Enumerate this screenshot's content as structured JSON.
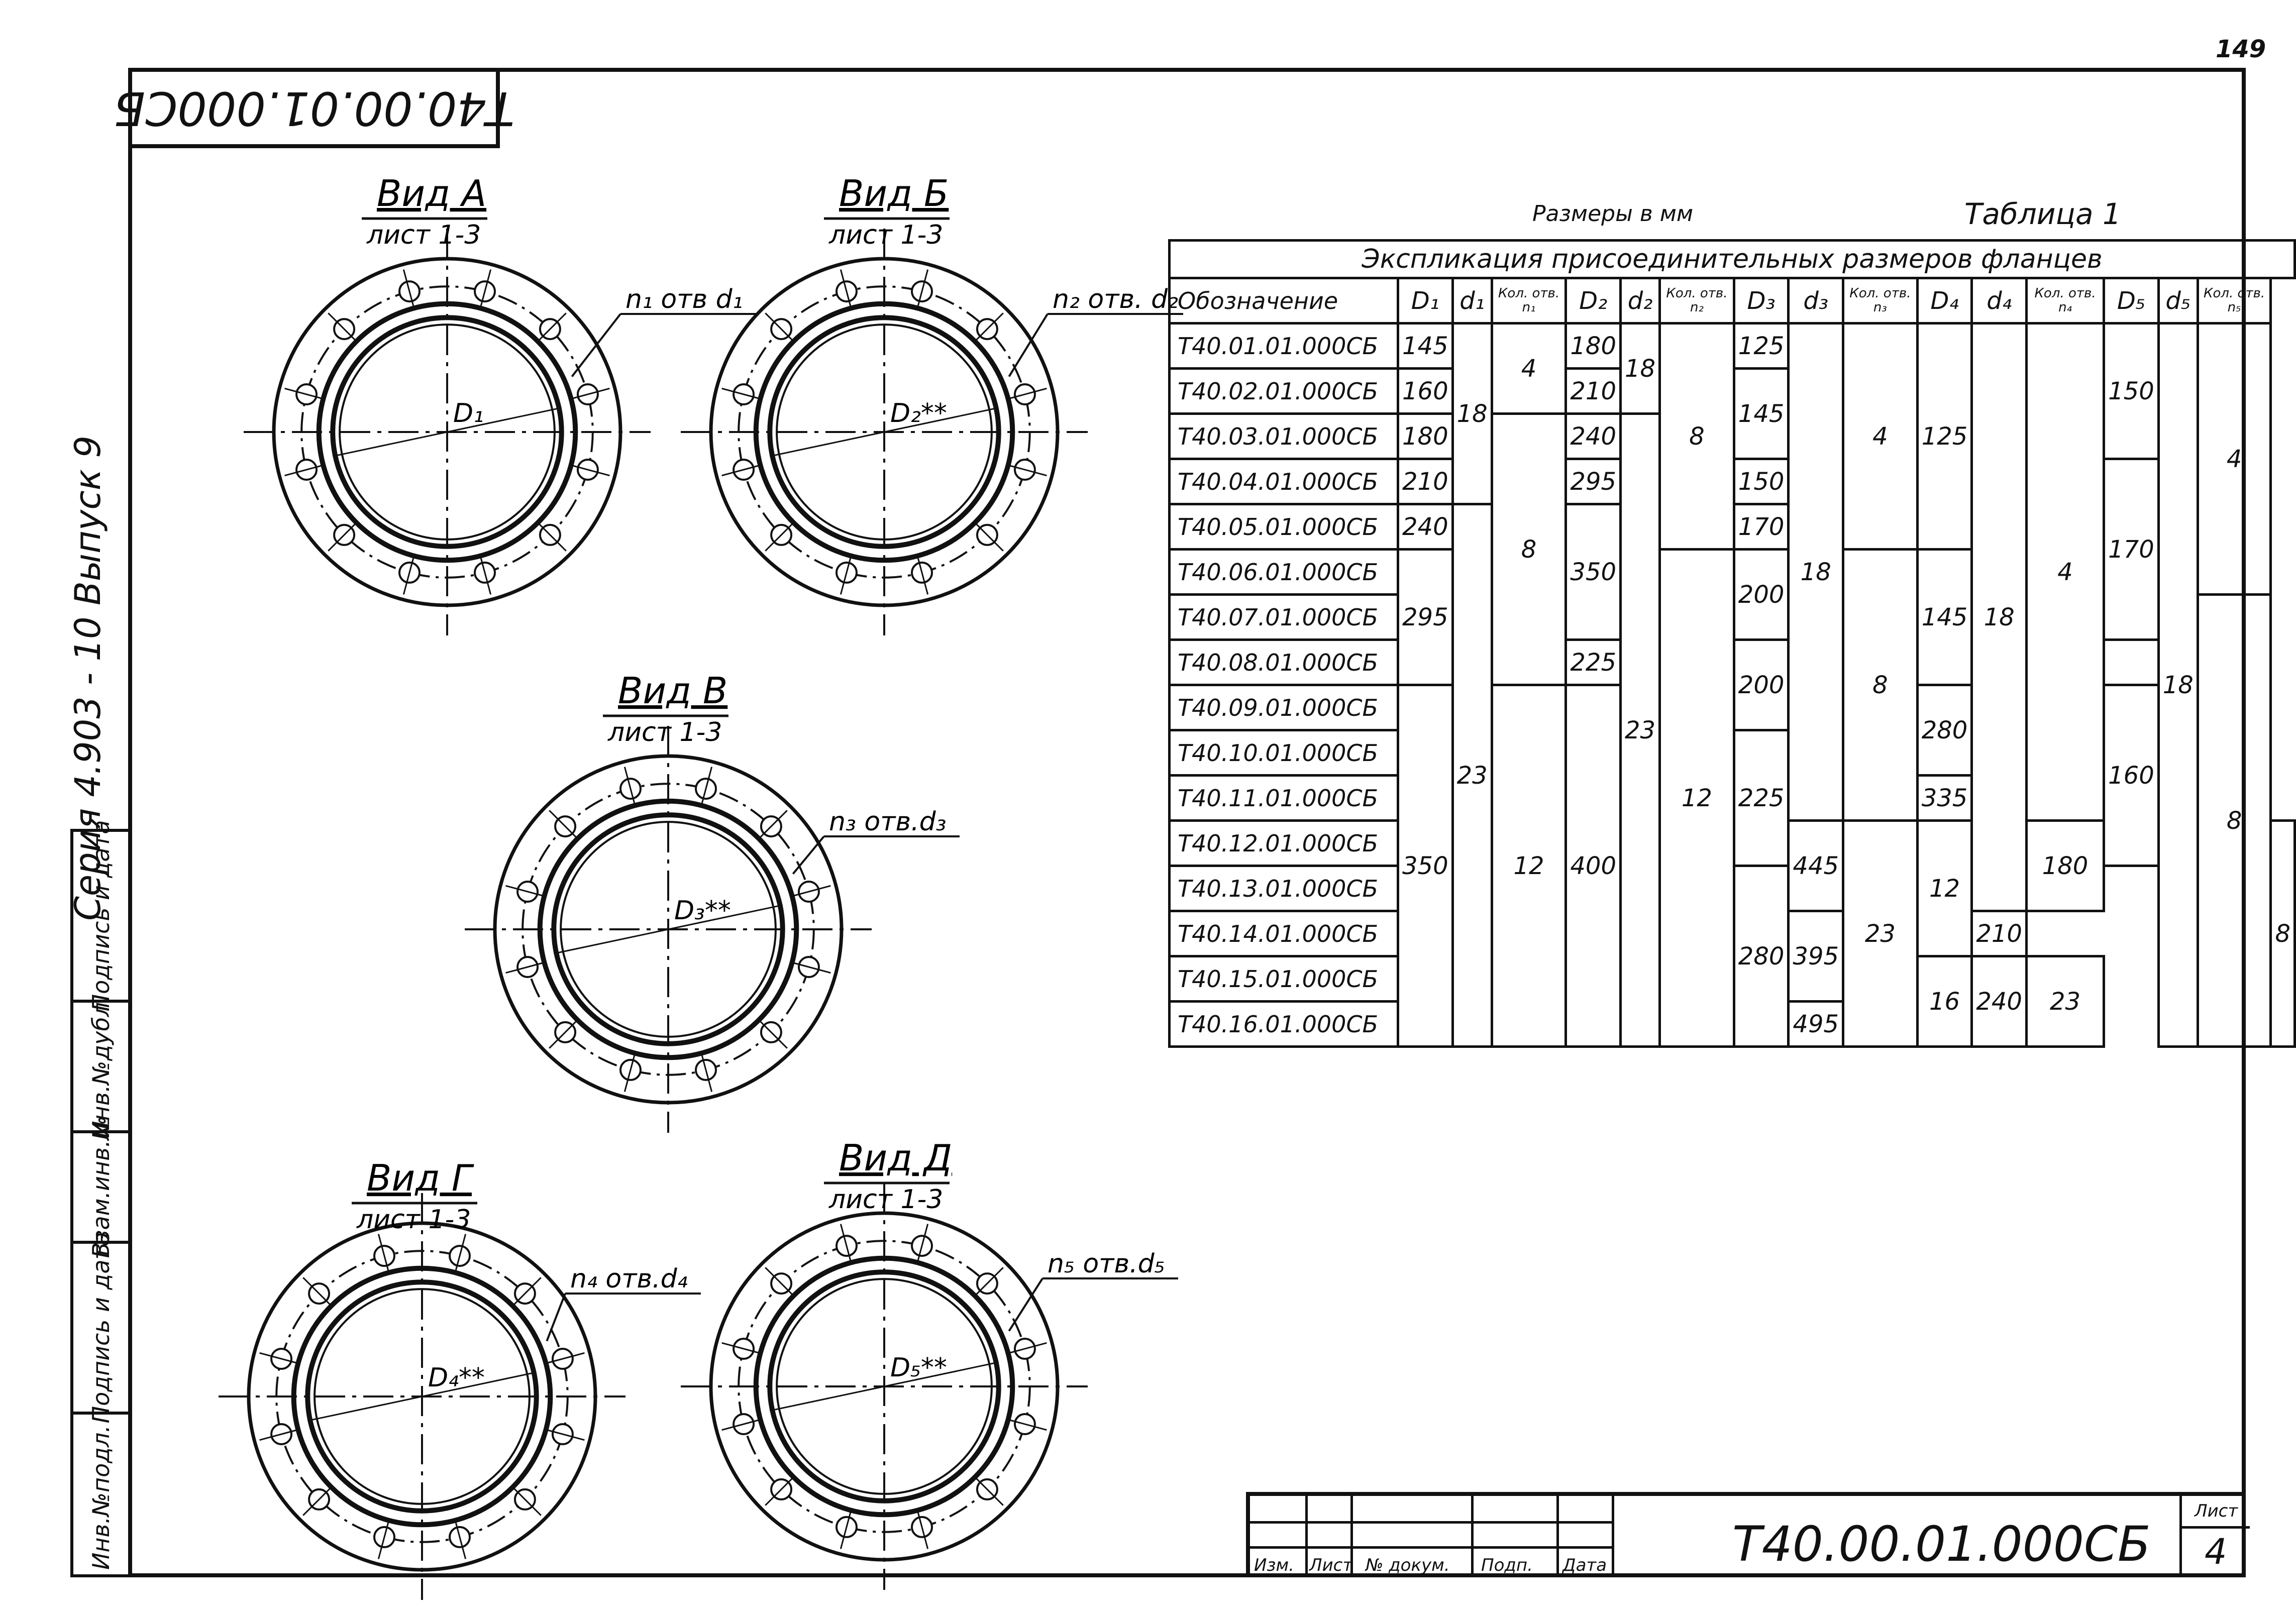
{
  "page_number": "149",
  "stamp_code": "Т40.00.01.000СБ",
  "series_text": "Серия  4.903 - 10   Выпуск 9",
  "sidebar_labels": [
    "Инв.№подл.",
    "Подпись и дата",
    "Взам.инв.№",
    "Инв.№дубл.",
    "Подпись и дата"
  ],
  "views": [
    {
      "title": "Вид А",
      "sheet": "лист 1-3",
      "diameter": "D₁",
      "holes": "n₁ отв d₁"
    },
    {
      "title": "Вид Б",
      "sheet": "лист 1-3",
      "diameter": "D₂**",
      "holes": "n₂ отв. d₂"
    },
    {
      "title": "Вид В",
      "sheet": "лист 1-3",
      "diameter": "D₃**",
      "holes": "n₃ отв.d₃"
    },
    {
      "title": "Вид Г",
      "sheet": "лист 1-3",
      "diameter": "D₄**",
      "holes": "n₄ отв.d₄"
    },
    {
      "title": "Вид Д",
      "sheet": "лист 1-3",
      "diameter": "D₅**",
      "holes": "n₅ отв.d₅"
    }
  ],
  "table": {
    "units": "Размеры в мм",
    "label": "Таблица 1",
    "caption": "Экспликация    присоединительных    размеров  фланцев",
    "headers": {
      "designation": "Обозначение",
      "D1": "D₁",
      "d1": "d₁",
      "n1": "Кол. отв. n₁",
      "D2": "D₂",
      "d2": "d₂",
      "n2": "Кол. отв. n₂",
      "D3": "D₃",
      "d3": "d₃",
      "n3": "Кол. отв. n₃",
      "D4": "D₄",
      "d4": "d₄",
      "n4": "Кол. отв. n₄",
      "D5": "D₅",
      "d5": "d₅",
      "n5": "Кол. отв. n₅"
    },
    "designations": [
      "Т40.01.01.000СБ",
      "Т40.02.01.000СБ",
      "Т40.03.01.000СБ",
      "Т40.04.01.000СБ",
      "Т40.05.01.000СБ",
      "Т40.06.01.000СБ",
      "Т40.07.01.000СБ",
      "Т40.08.01.000СБ",
      "Т40.09.01.000СБ",
      "Т40.10.01.000СБ",
      "Т40.11.01.000СБ",
      "Т40.12.01.000СБ",
      "Т40.13.01.000СБ",
      "Т40.14.01.000СБ",
      "Т40.15.01.000СБ",
      "Т40.16.01.000СБ"
    ],
    "D1": [
      "145",
      "160",
      "180",
      "210",
      "240",
      "295",
      "350"
    ],
    "d1": [
      "18",
      "23"
    ],
    "n1": [
      "4",
      "8",
      "12"
    ],
    "D2": [
      "180",
      "210",
      "240",
      "295",
      "350",
      "400"
    ],
    "d2": [
      "18",
      "23"
    ],
    "n2": [
      "8",
      "12"
    ],
    "D3": [
      "125",
      "145",
      "150",
      "170",
      "200",
      "225",
      "280",
      "335",
      "445",
      "395",
      "495"
    ],
    "d3": [
      "18",
      "23"
    ],
    "n3": [
      "4",
      "8",
      "12",
      "16"
    ],
    "D4": [
      "125",
      "145",
      "160",
      "180",
      "210",
      "240"
    ],
    "d4": [
      "18",
      "23"
    ],
    "n4": [
      "4",
      "8"
    ],
    "D5": [
      "150",
      "170",
      "200",
      "225",
      "280"
    ],
    "d5": [
      "18"
    ],
    "n5": [
      "4",
      "8"
    ]
  },
  "title_block": {
    "izm": "Изм.",
    "list": "Лист",
    "doc": "№ докум.",
    "podp": "Подп.",
    "date": "Дата",
    "code": "Т40.00.01.000СБ",
    "sheet_label": "Лист",
    "sheet_number": "4"
  }
}
